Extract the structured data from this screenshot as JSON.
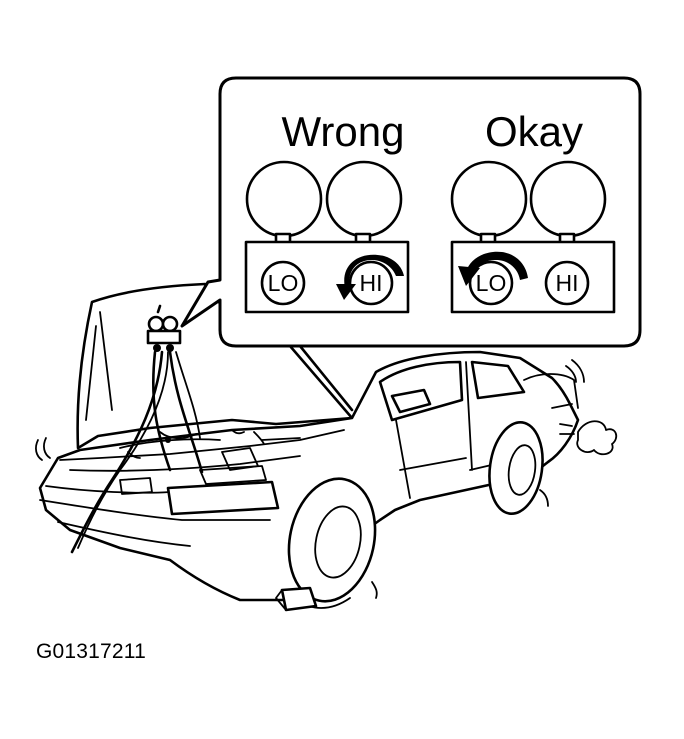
{
  "callout": {
    "wrong": {
      "title": "Wrong",
      "lo_label": "LO",
      "hi_label": "HI"
    },
    "okay": {
      "title": "Okay",
      "lo_label": "LO",
      "hi_label": "HI"
    }
  },
  "figure_id": "G01317211"
}
